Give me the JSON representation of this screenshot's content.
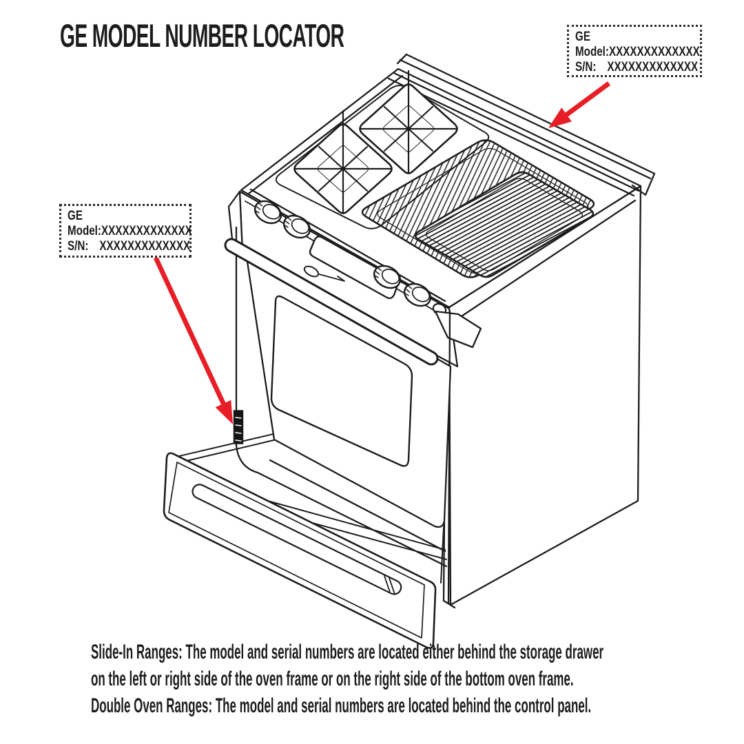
{
  "title": "GE MODEL NUMBER LOCATOR",
  "labels": {
    "top_right": {
      "brand": "GE",
      "model_label": "Model:",
      "model_value": "XXXXXXXXXXXXX",
      "sn_label": "S/N:",
      "sn_value": "XXXXXXXXXXXXX"
    },
    "left": {
      "brand": "GE",
      "model_label": "Model:",
      "model_value": "XXXXXXXXXXXXX",
      "sn_label": "S/N:",
      "sn_value": "XXXXXXXXXXXXX"
    }
  },
  "caption": {
    "lines": [
      "Slide-In Ranges: The model and serial numbers are located either behind the storage drawer",
      "on the left or right side of the oven frame or on the right side of the bottom oven frame.",
      "Double Oven Ranges: The model and serial numbers are located behind the control panel."
    ]
  },
  "colors": {
    "ink": "#1c1c1c",
    "arrow": "#e81e26",
    "background": "#ffffff"
  }
}
